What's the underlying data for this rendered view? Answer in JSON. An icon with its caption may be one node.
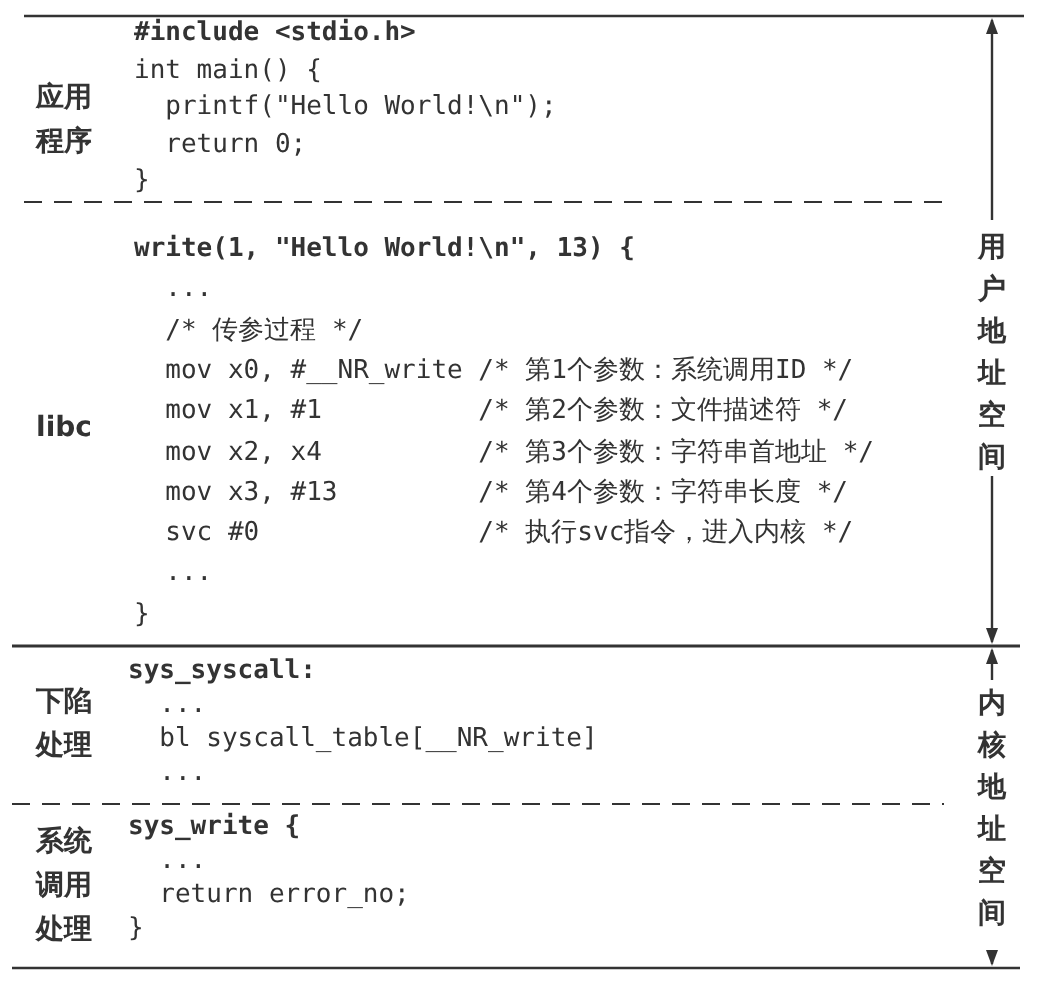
{
  "diagram": {
    "nodes": [
      {
        "text": [
          "应用程序",
          "#include <stdio.h>",
          "int main() {",
          "  printf(\"Hello World!\\n\");",
          "  return 0;",
          "}"
        ]
      },
      {
        "text": [
          "libc",
          "write(1, \"Hello World!\\n\", 13) {",
          "  ...",
          "  /* 传参过程 */",
          "  mov x0, #__NR_write /* 第1个参数：系统调用ID */",
          "  mov x1, #1          /* 第2个参数：文件描述符 */",
          "  mov x2, x4          /* 第3个参数：字符串首地址 */",
          "  mov x3, #13         /* 第4个参数：字符串长度 */",
          "  svc #0              /* 执行svc指令，进入内核 */",
          "  ...",
          "}"
        ]
      },
      {
        "text": [
          "下陷处理",
          "sys_syscall:",
          "  ...",
          "  bl syscall_table[__NR_write]",
          "  ..."
        ]
      },
      {
        "text": [
          "系统调用处理",
          "sys_write {",
          "  ...",
          "  return error_no;",
          "}"
        ]
      }
    ],
    "labels": [
      "用户地址空间",
      "内核地址空间"
    ]
  }
}
